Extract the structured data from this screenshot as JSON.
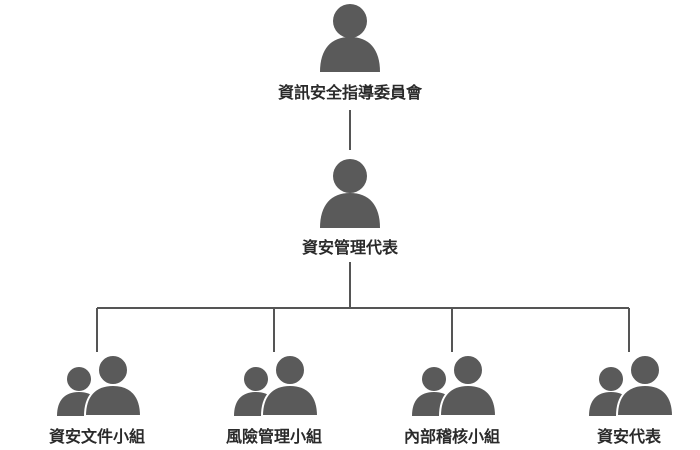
{
  "org_chart": {
    "top": {
      "label": "資訊安全指導委員會",
      "icon": "person-icon"
    },
    "middle": {
      "label": "資安管理代表",
      "icon": "person-icon"
    },
    "groups": [
      {
        "label": "資安文件小組",
        "icon": "group-icon"
      },
      {
        "label": "風險管理小組",
        "icon": "group-icon"
      },
      {
        "label": "內部稽核小組",
        "icon": "group-icon"
      },
      {
        "label": "資安代表",
        "icon": "group-icon"
      }
    ]
  },
  "colors": {
    "icon": "#5a5a5a",
    "line": "#555555",
    "text": "#2a2a2a"
  }
}
